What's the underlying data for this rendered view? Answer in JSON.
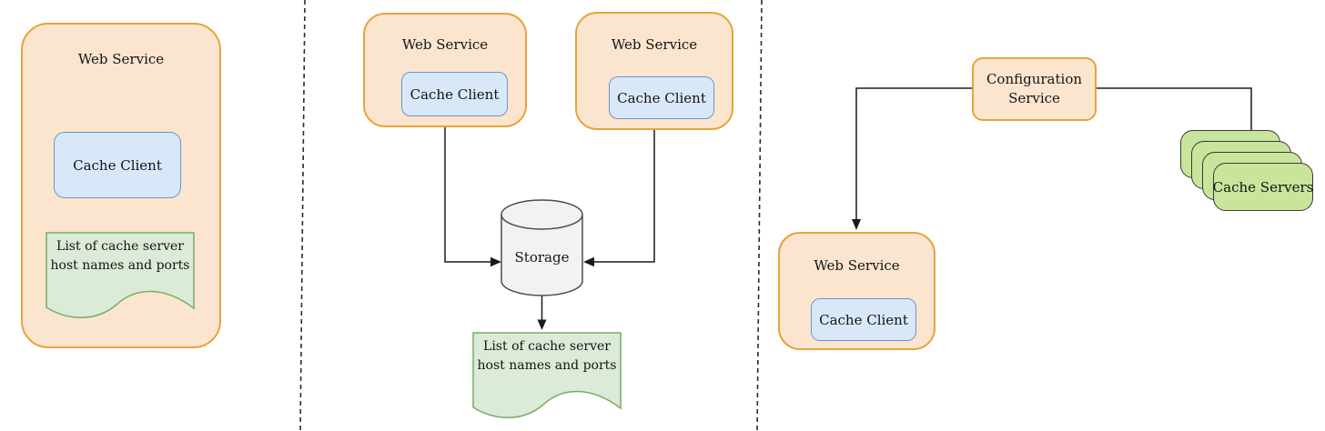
{
  "panel_left": {
    "web_service": {
      "title": "Web Service",
      "cache_client": "Cache Client"
    },
    "document_text": "List of cache server host names and ports"
  },
  "panel_middle": {
    "web_service_1": {
      "title": "Web Service",
      "cache_client": "Cache Client"
    },
    "web_service_2": {
      "title": "Web Service",
      "cache_client": "Cache Client"
    },
    "storage_label": "Storage",
    "document_text": "List of cache server host names and ports"
  },
  "panel_right": {
    "configuration_service": "Configuration Service",
    "web_service": {
      "title": "Web Service",
      "cache_client": "Cache Client"
    },
    "cache_servers_label": "Cache Servers"
  },
  "colors": {
    "service_fill": "#fbe5ce",
    "service_border": "#e8a33c",
    "client_fill": "#d9e8f8",
    "client_border": "#6e96c8",
    "document_fill": "#dcead8",
    "document_border": "#76ae65",
    "storage_fill": "#f2f2f2",
    "storage_border": "#4d4d4d",
    "cache_server_fill": "#c8e59b",
    "cache_server_border": "#3a3a3a",
    "connector": "#1a1a1a"
  }
}
